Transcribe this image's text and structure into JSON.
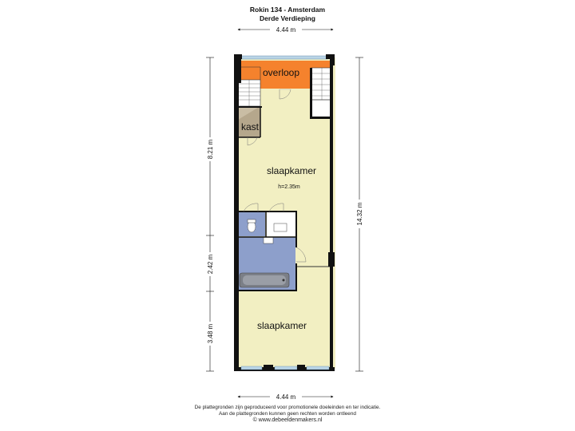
{
  "header": {
    "address": "Rokin 134 - Amsterdam",
    "floor": "Derde Verdieping"
  },
  "dimensions": {
    "width_top": "4.44 m",
    "width_bottom": "4.44 m",
    "left_upper": "8.21 m",
    "left_middle": "2.42 m",
    "left_lower": "3.48 m",
    "right_total": "14.32 m"
  },
  "rooms": {
    "overloop": "overloop",
    "kast": "kast",
    "slaapkamer_upper": "slaapkamer",
    "ceiling_height": "h=2.35m",
    "slaapkamer_lower": "slaapkamer"
  },
  "colors": {
    "wall": "#111111",
    "room_yellow": "#f2efc2",
    "landing_orange": "#f5822d",
    "closet_brown": "#b5a78c",
    "bathroom_blue": "#8d9fcb",
    "window": "#b9d4e6",
    "stairs": "#ffffff"
  },
  "footer": {
    "disclaimer_1": "De plattegronden zijn geproduceerd voor promotionele doeleinden en ter indicatie.",
    "disclaimer_2": "Aan de plattegronden kunnen geen rechten worden ontleend",
    "copyright": "© www.debeeldenmakers.nl"
  }
}
